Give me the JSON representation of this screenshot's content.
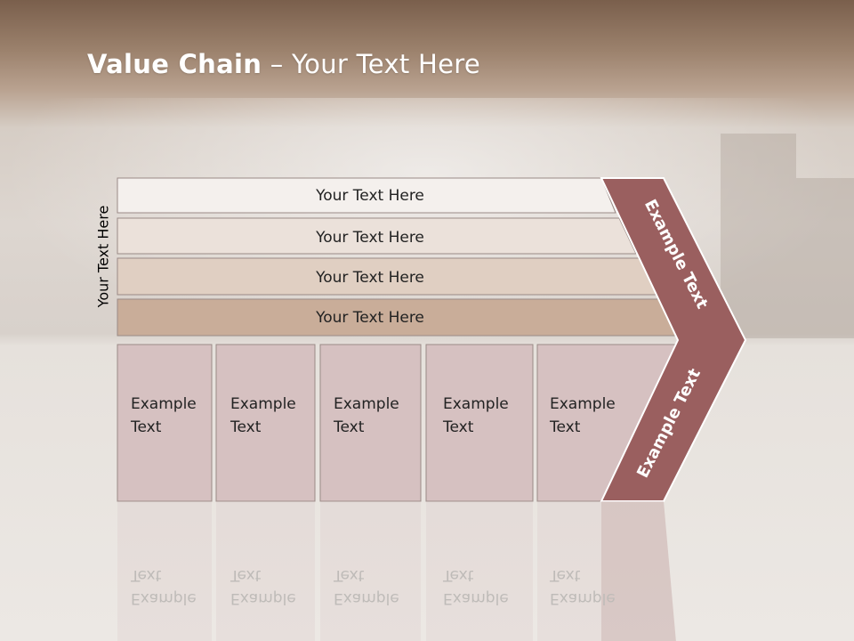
{
  "slide": {
    "title_bold": "Value Chain",
    "title_rest": " – Your Text Here",
    "side_label": "Your Text Here"
  },
  "bars": [
    {
      "label": "Your Text Here",
      "color": "#f4f0ed"
    },
    {
      "label": "Your Text Here",
      "color": "#ebe1da"
    },
    {
      "label": "Your Text Here",
      "color": "#e0cfc2"
    },
    {
      "label": "Your Text Here",
      "color": "#c9ad99"
    }
  ],
  "boxes": [
    {
      "line1": "Example",
      "line2": "Text"
    },
    {
      "line1": "Example",
      "line2": "Text"
    },
    {
      "line1": "Example",
      "line2": "Text"
    },
    {
      "line1": "Example",
      "line2": "Text"
    },
    {
      "line1": "Example",
      "line2": "Text"
    }
  ],
  "chevron": {
    "upper_label": "Example Text",
    "lower_label": "Example Text",
    "color": "#9a5f5f"
  },
  "colors": {
    "box_fill": "#d6c1c1",
    "box_stroke": "#9a8a86"
  }
}
